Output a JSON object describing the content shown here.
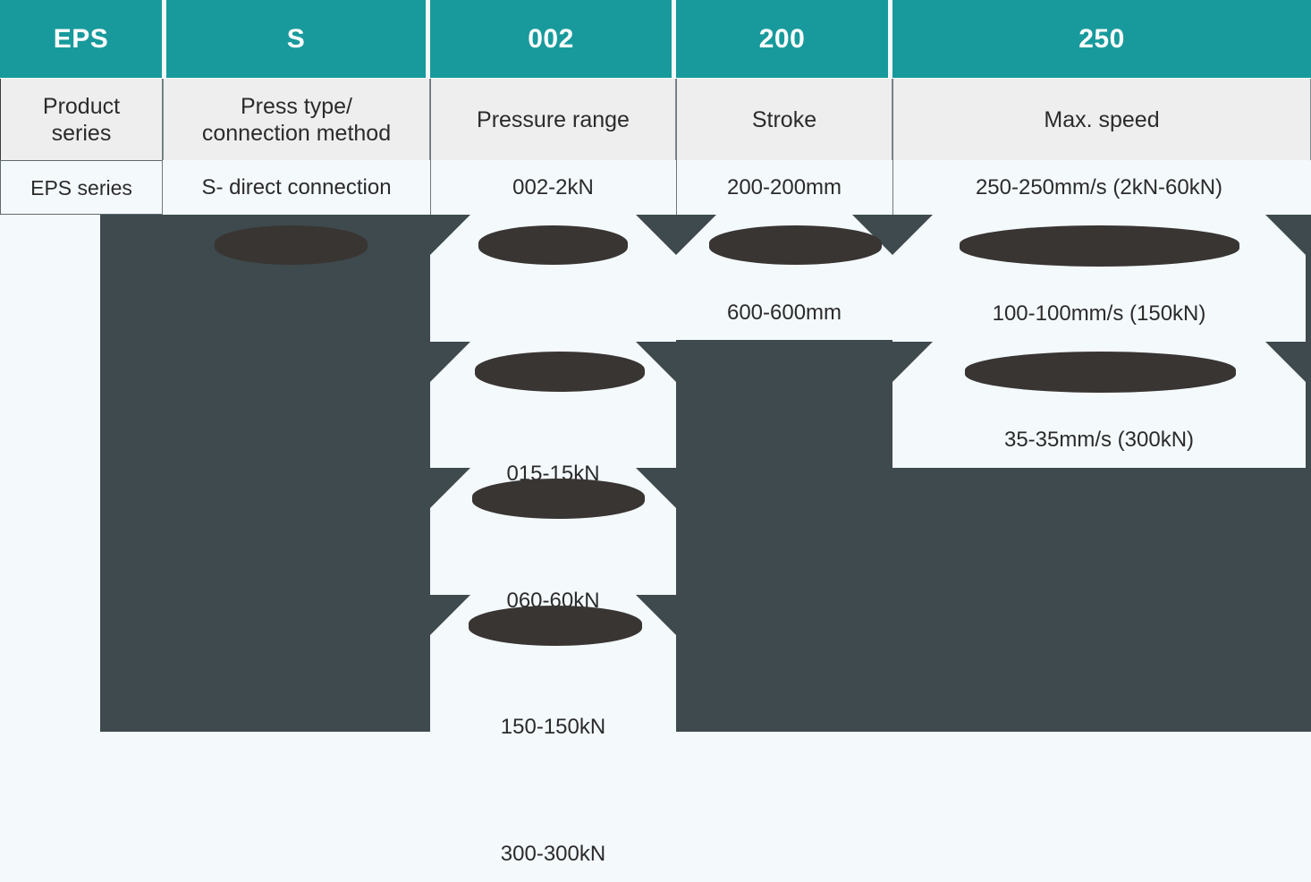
{
  "diagram": {
    "type": "model-code-breakdown",
    "title_code": "EPS-S-002-200-250",
    "colors": {
      "header_teal": "#189a9c",
      "subheader_grey": "#eeeeee",
      "panel_white": "#f4f9fc",
      "backdrop_dark": "#3e4a4d",
      "redaction": "#383533"
    },
    "columns": [
      {
        "code": "EPS",
        "label": "Product\nseries",
        "label_line1": "Product",
        "label_line2": "series",
        "values": [
          "EPS series"
        ]
      },
      {
        "code": "S",
        "label_line1": "Press type/",
        "label_line2": "connection method",
        "values": [
          "S- direct connection",
          "████████"
        ]
      },
      {
        "code": "002",
        "label_line1": "Pressure range",
        "label_line2": "",
        "values": [
          "002-2kN",
          "████████",
          "015-15kN",
          "████████",
          "060-60kN",
          "████████",
          "150-150kN",
          "████████",
          "300-300kN"
        ]
      },
      {
        "code": "200",
        "label_line1": "Stroke",
        "label_line2": "",
        "values": [
          "200-200mm",
          "████████",
          "600-600mm"
        ]
      },
      {
        "code": "250",
        "label_line1": "Max. speed",
        "label_line2": "",
        "values": [
          "250-250mm/s (2kN-60kN)",
          "████████",
          "100-100mm/s (150kN)",
          "████████",
          "35-35mm/s (300kN)"
        ]
      }
    ]
  }
}
